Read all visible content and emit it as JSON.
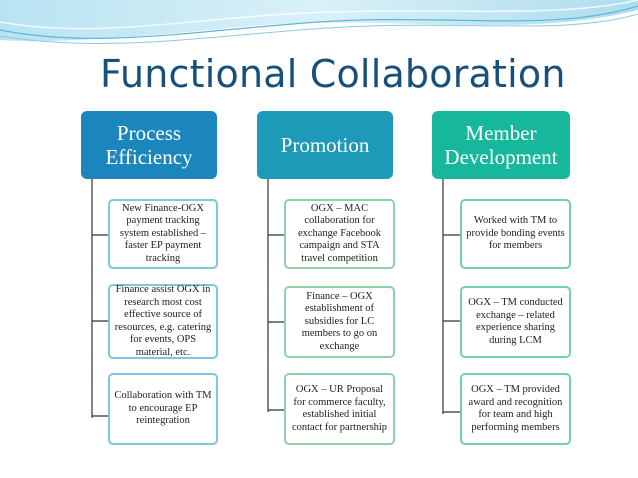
{
  "title": "Functional Collaboration",
  "colors": {
    "title": "#17507a",
    "header_1": "#1a86bd",
    "header_2": "#1d9ab7",
    "header_3": "#17b79c"
  },
  "columns": [
    {
      "header": "Process Efficiency",
      "items": [
        "New Finance-OGX payment tracking system established – faster EP payment tracking",
        "Finance assist OGX in research most cost effective source of resources, e.g. catering for events, OPS material, etc.",
        "Collaboration with TM to encourage EP reintegration"
      ]
    },
    {
      "header": "Promotion",
      "items": [
        "OGX – MAC collaboration for exchange Facebook campaign and STA travel competition",
        "Finance – OGX establishment of subsidies for LC members to go on exchange",
        "OGX – UR Proposal for commerce faculty, established initial contact for partnership"
      ]
    },
    {
      "header": "Member Development",
      "items": [
        "Worked with TM to provide bonding events for members",
        "OGX – TM conducted exchange – related experience sharing during LCM",
        "OGX – TM provided award and recognition for team and high performing members"
      ]
    }
  ]
}
